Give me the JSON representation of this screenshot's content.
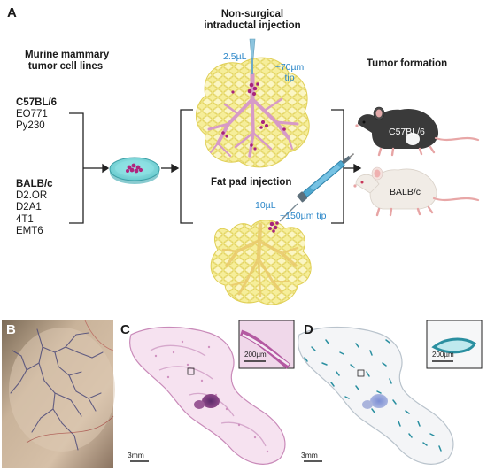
{
  "panel_a": {
    "letter": "A",
    "left_heading": [
      "Murine mammary",
      "tumor cell lines"
    ],
    "strain1": {
      "name": "C57BL/6",
      "lines": [
        "EO771",
        "Py230"
      ]
    },
    "strain2": {
      "name": "BALB/c",
      "lines": [
        "D2.OR",
        "D2A1",
        "4T1",
        "EMT6"
      ]
    },
    "center_heading": [
      "Non-surgical",
      "intraductal injection"
    ],
    "intraductal_volume": "2.5µL",
    "intraductal_tip": [
      "~70µm",
      "tip"
    ],
    "fatpad_heading": "Fat pad injection",
    "fatpad_volume": "10µL",
    "fatpad_tip": "~150µm tip",
    "right_heading": "Tumor formation",
    "mouse1_label": "C57BL/6",
    "mouse2_label": "BALB/c"
  },
  "panel_b": {
    "letter": "B"
  },
  "panel_c": {
    "letter": "C",
    "inset_scale": "200µm",
    "main_scale": "3mm"
  },
  "panel_d": {
    "letter": "D",
    "inset_scale": "200µm",
    "main_scale": "3mm"
  },
  "colors": {
    "gland": "#f3ea8a",
    "ducts": "#d9a0cc",
    "tumor": "#a0207a",
    "accent_blue": "#2a86c8",
    "he_stain": "#b04a9a",
    "ihc_stain": "#2a8fa0"
  }
}
